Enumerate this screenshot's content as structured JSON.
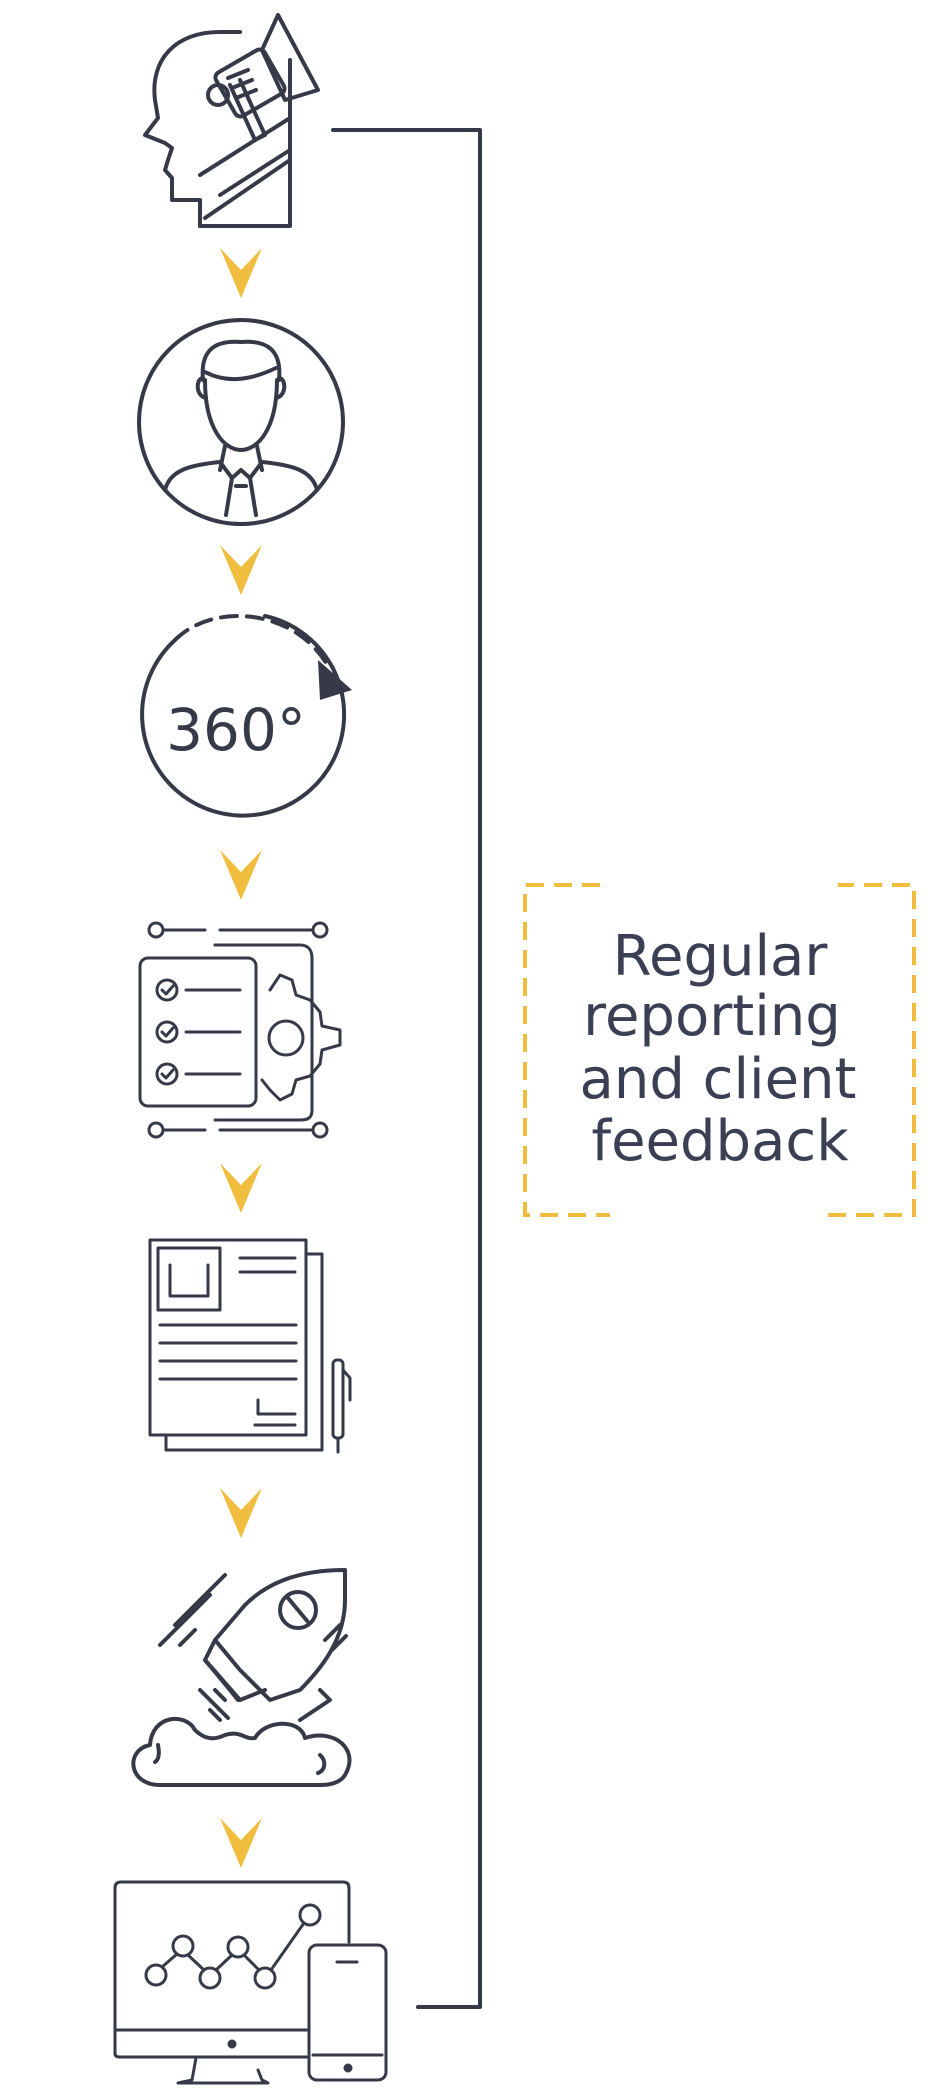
{
  "diagram": {
    "feedback_box": {
      "lines": [
        "Regular",
        "reporting",
        "and client",
        "feedback"
      ]
    },
    "badge_360": "360°",
    "steps": [
      {
        "icon": "head-megaphone-icon"
      },
      {
        "icon": "client-avatar-icon"
      },
      {
        "icon": "rotation-360-icon"
      },
      {
        "icon": "checklist-gear-icon"
      },
      {
        "icon": "document-contract-icon"
      },
      {
        "icon": "rocket-launch-icon"
      },
      {
        "icon": "analytics-devices-icon"
      }
    ],
    "colors": {
      "line": "#363a48",
      "accent": "#f1bd3f",
      "text": "#3a3f54"
    }
  }
}
